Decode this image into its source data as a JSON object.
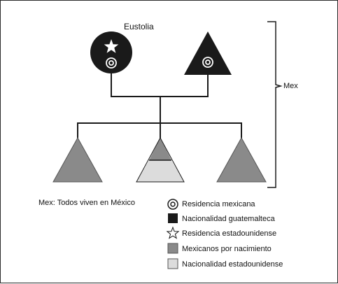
{
  "diagram": {
    "top_person_name": "Eustolia",
    "bracket_label": "Mex",
    "note": "Mex: Todos viven en México"
  },
  "legend": {
    "items": [
      {
        "icon": "double-circle-icon",
        "label": "Residencia mexicana"
      },
      {
        "icon": "black-square-icon",
        "label": "Nacionalidad guatemalteca"
      },
      {
        "icon": "star-outline-icon",
        "label": "Residencia estadounidense"
      },
      {
        "icon": "gray-square-icon",
        "label": "Mexicanos por nacimiento"
      },
      {
        "icon": "light-gray-square-icon",
        "label": "Nacionalidad estadounidense"
      }
    ]
  },
  "colors": {
    "black": "#1a1a1a",
    "mexican_gray": "#8a8a8a",
    "us_light_gray": "#dcdcdc",
    "line": "#1a1a1a"
  }
}
